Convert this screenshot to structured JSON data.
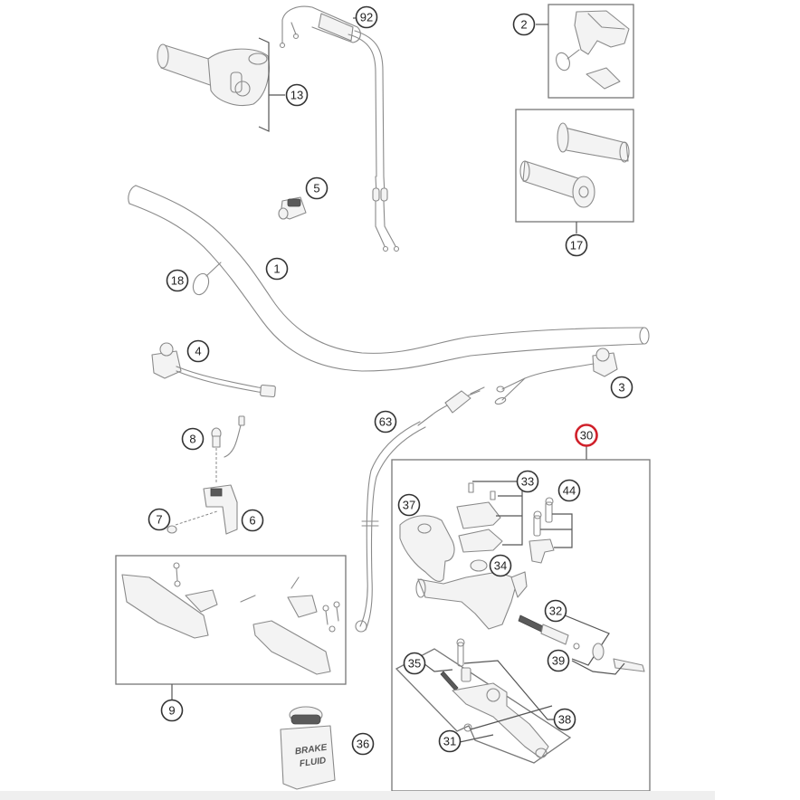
{
  "diagram": {
    "selected_color": "#d0202a",
    "selected_part": "30",
    "callouts": {
      "c1": "1",
      "c2": "2",
      "c3": "3",
      "c4": "4",
      "c5": "5",
      "c6": "6",
      "c7": "7",
      "c8": "8",
      "c9": "9",
      "c13": "13",
      "c17": "17",
      "c18": "18",
      "c30": "30",
      "c31": "31",
      "c32": "32",
      "c33": "33",
      "c34": "34",
      "c35": "35",
      "c36": "36",
      "c37": "37",
      "c38": "38",
      "c39": "39",
      "c44": "44",
      "c63": "63",
      "c92": "92"
    },
    "brake_fluid_label": {
      "line1": "BRAKE",
      "line2": "FLUID"
    }
  }
}
